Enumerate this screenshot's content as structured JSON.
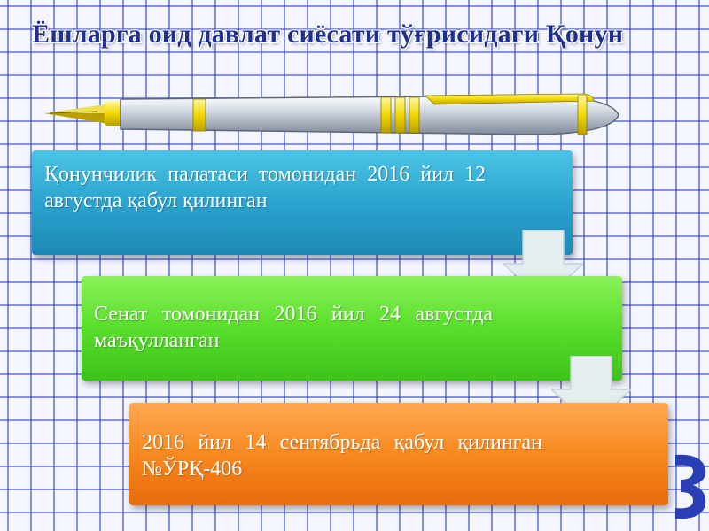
{
  "slide": {
    "title": "Ёшларга оид давлат сиёсати тўғрисидаги Қонун"
  },
  "steps": [
    {
      "text": "Қонунчилик палатаси томонидан 2016 йил 12 августда қабул қилинган"
    },
    {
      "text": "Сенат томонидан 2016 йил 24 августда маъқулланган"
    },
    {
      "text": "2016 йил 14 сентябрьда қабул қилинган №ЎРҚ-406"
    }
  ],
  "colors": {
    "title": "#1e2f8c",
    "grid": "#3c46c8",
    "step_1": "#2ba4cf",
    "step_2": "#58de2a",
    "step_3": "#f7891f",
    "arrow": "#e4eef0"
  },
  "icons": [
    "pen-icon",
    "down-arrow-icon",
    "down-arrow-icon"
  ]
}
